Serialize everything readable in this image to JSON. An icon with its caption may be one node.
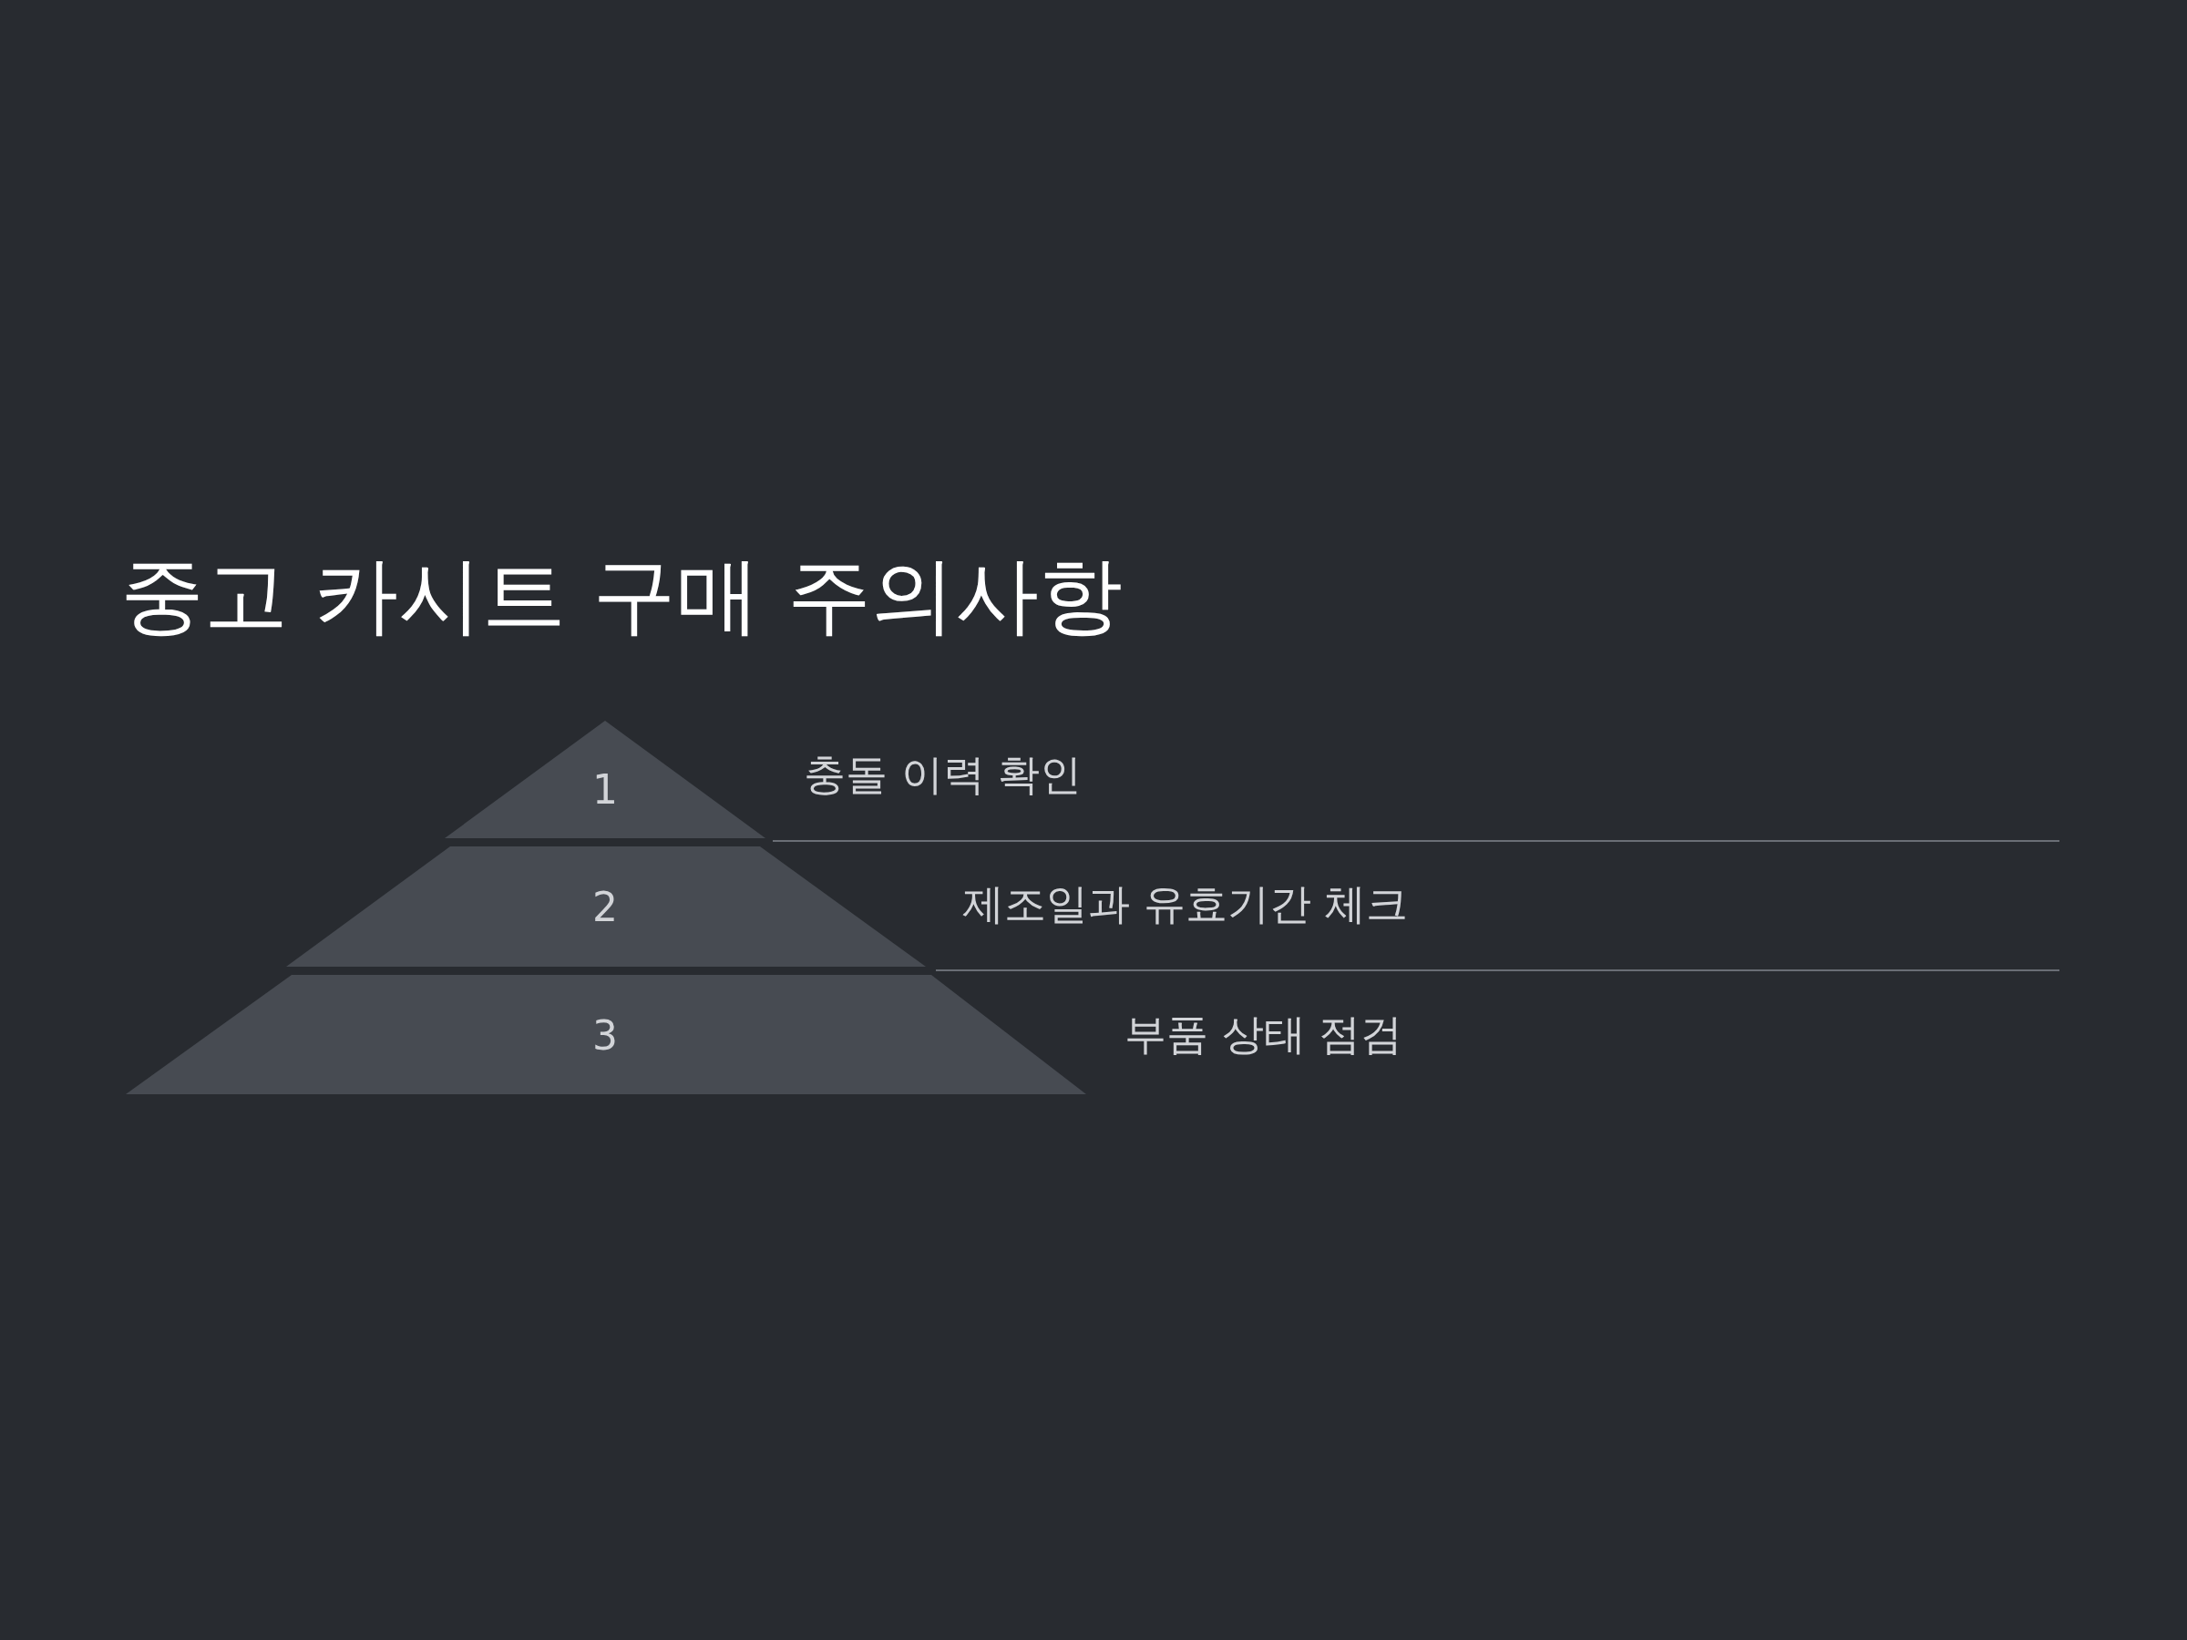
{
  "diagram": {
    "title": "중고 카시트 구매 주의사항",
    "nodes": [
      {
        "text": [
          "1"
        ],
        "beside": [
          "충돌 이력 확인"
        ]
      },
      {
        "text": [
          "2"
        ],
        "beside": [
          "제조일과 유효기간 체크"
        ]
      },
      {
        "text": [
          "3"
        ],
        "beside": [
          "부품 상태 점검"
        ]
      }
    ]
  }
}
